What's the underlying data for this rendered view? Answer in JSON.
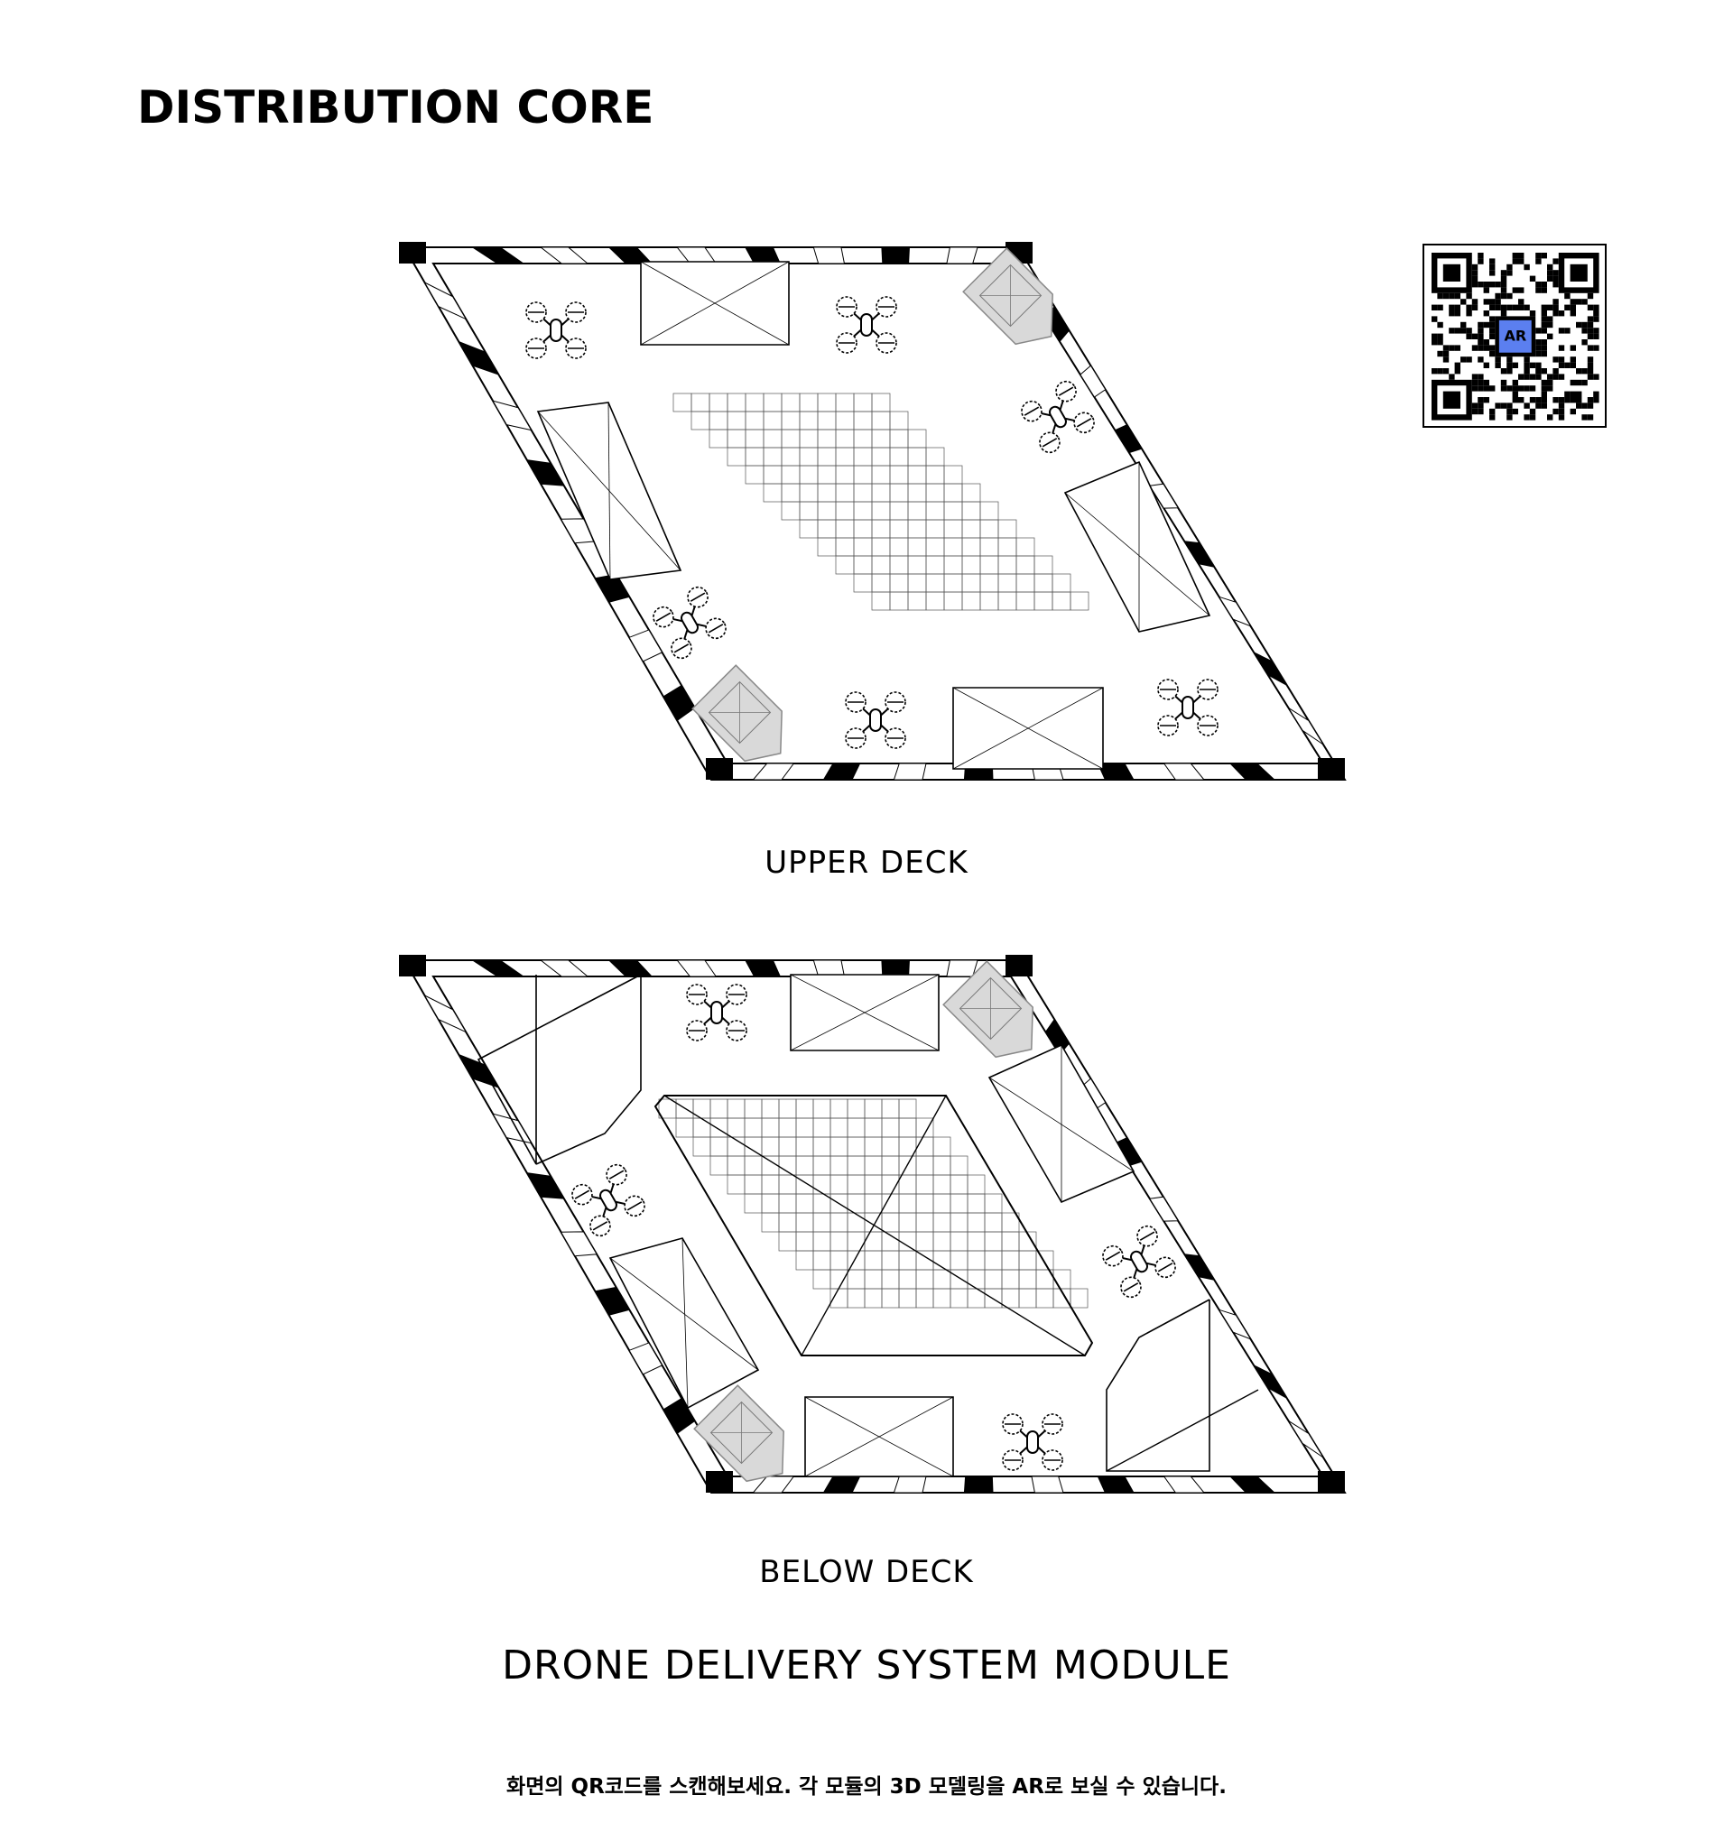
{
  "page": {
    "title": "DISTRIBUTION CORE",
    "module_title": "DRONE DELIVERY SYSTEM MODULE",
    "footer_note": "화면의 QR코드를 스캔해보세요. 각 모듈의 3D 모델링을 AR로 보실 수 있습니다."
  },
  "decks": [
    {
      "label": "UPPER DECK"
    },
    {
      "label": "BELOW DECK"
    }
  ],
  "qr": {
    "badge": "AR",
    "badge_color": "#5b7ff0"
  },
  "colors": {
    "line": "#000000",
    "elevator_fill": "#d9d9d9",
    "background": "#ffffff"
  }
}
